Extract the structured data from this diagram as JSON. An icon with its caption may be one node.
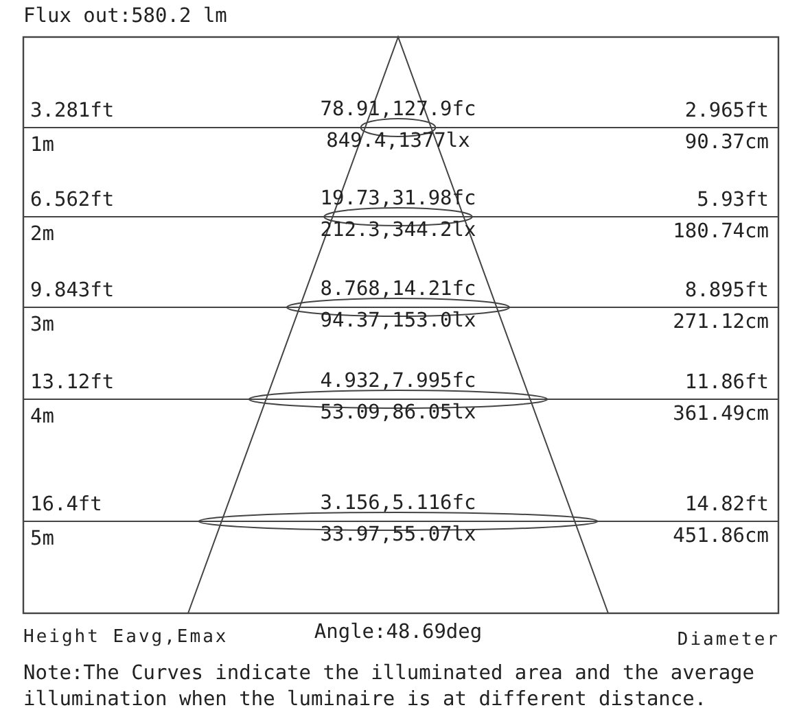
{
  "diagram": {
    "labels": [
      "Flux out:580.2 lm",
      "3.281ft",
      "78.91,127.9fc",
      "2.965ft",
      "1m",
      "849.4,1377lx",
      "90.37cm",
      "6.562ft",
      "19.73,31.98fc",
      "5.93ft",
      "2m",
      "212.3,344.2lx",
      "180.74cm",
      "9.843ft",
      "8.768,14.21fc",
      "8.895ft",
      "3m",
      "94.37,153.0lx",
      "271.12cm",
      "13.12ft",
      "4.932,7.995fc",
      "11.86ft",
      "4m",
      "53.09,86.05lx",
      "361.49cm",
      "16.4ft",
      "3.156,5.116fc",
      "14.82ft",
      "5m",
      "33.97,55.07lx",
      "451.86cm",
      "Height Eavg,Emax",
      "Angle:48.69deg",
      "Diameter",
      "Note:The Curves indicate the illuminated area and the average illumination when the luminaire is at different distance."
    ]
  }
}
